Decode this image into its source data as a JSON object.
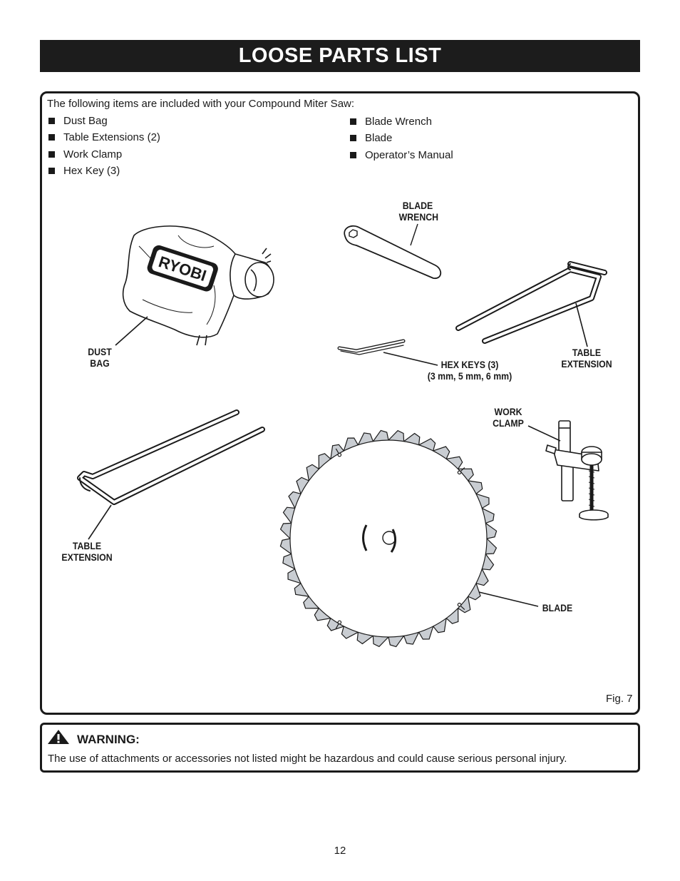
{
  "title": "LOOSE PARTS LIST",
  "intro": "The following items are included with your Compound Miter Saw:",
  "items_left": [
    "Dust Bag",
    "Table Extensions (2)",
    "Work Clamp",
    "Hex Key (3)"
  ],
  "items_right": [
    "Blade Wrench",
    "Blade",
    "Operator’s Manual"
  ],
  "callouts": {
    "blade_wrench": "BLADE\nWRENCH",
    "dust_bag": "DUST\nBAG",
    "hex_keys": "HEX KEYS (3)\n(3 mm, 5 mm, 6 mm)",
    "table_extension_right": "TABLE\nEXTENSION",
    "work_clamp": "WORK\nCLAMP",
    "table_extension_left": "TABLE\nEXTENSION",
    "blade": "BLADE"
  },
  "logo_text": "RYOBI",
  "figure_label": "Fig. 7",
  "warning": {
    "title": "WARNING:",
    "text": "The use of attachments or accessories not listed might be hazardous and could cause serious personal injury."
  },
  "page_number": "12",
  "colors": {
    "ink": "#1a1a1a",
    "blade_fill": "#c9cdd2",
    "title_bg": "#1c1c1c"
  }
}
